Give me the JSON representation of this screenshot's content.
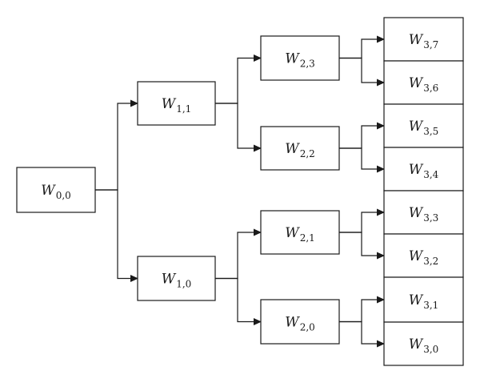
{
  "nodes": [
    {
      "id": "w00",
      "base": "W",
      "sub": "0,0"
    },
    {
      "id": "w11",
      "base": "W",
      "sub": "1,1"
    },
    {
      "id": "w10",
      "base": "W",
      "sub": "1,0"
    },
    {
      "id": "w23",
      "base": "W",
      "sub": "2,3"
    },
    {
      "id": "w22",
      "base": "W",
      "sub": "2,2"
    },
    {
      "id": "w21",
      "base": "W",
      "sub": "2,1"
    },
    {
      "id": "w20",
      "base": "W",
      "sub": "2,0"
    },
    {
      "id": "w37",
      "base": "W",
      "sub": "3,7"
    },
    {
      "id": "w36",
      "base": "W",
      "sub": "3,6"
    },
    {
      "id": "w35",
      "base": "W",
      "sub": "3,5"
    },
    {
      "id": "w34",
      "base": "W",
      "sub": "3,4"
    },
    {
      "id": "w33",
      "base": "W",
      "sub": "3,3"
    },
    {
      "id": "w32",
      "base": "W",
      "sub": "3,2"
    },
    {
      "id": "w31",
      "base": "W",
      "sub": "3,1"
    },
    {
      "id": "w30",
      "base": "W",
      "sub": "3,0"
    }
  ],
  "edges": [
    {
      "from": "w00",
      "to": "w11"
    },
    {
      "from": "w00",
      "to": "w10"
    },
    {
      "from": "w11",
      "to": "w23"
    },
    {
      "from": "w11",
      "to": "w22"
    },
    {
      "from": "w10",
      "to": "w21"
    },
    {
      "from": "w10",
      "to": "w20"
    },
    {
      "from": "w23",
      "to": "w37"
    },
    {
      "from": "w23",
      "to": "w36"
    },
    {
      "from": "w22",
      "to": "w35"
    },
    {
      "from": "w22",
      "to": "w34"
    },
    {
      "from": "w21",
      "to": "w33"
    },
    {
      "from": "w21",
      "to": "w32"
    },
    {
      "from": "w20",
      "to": "w31"
    },
    {
      "from": "w20",
      "to": "w30"
    }
  ]
}
